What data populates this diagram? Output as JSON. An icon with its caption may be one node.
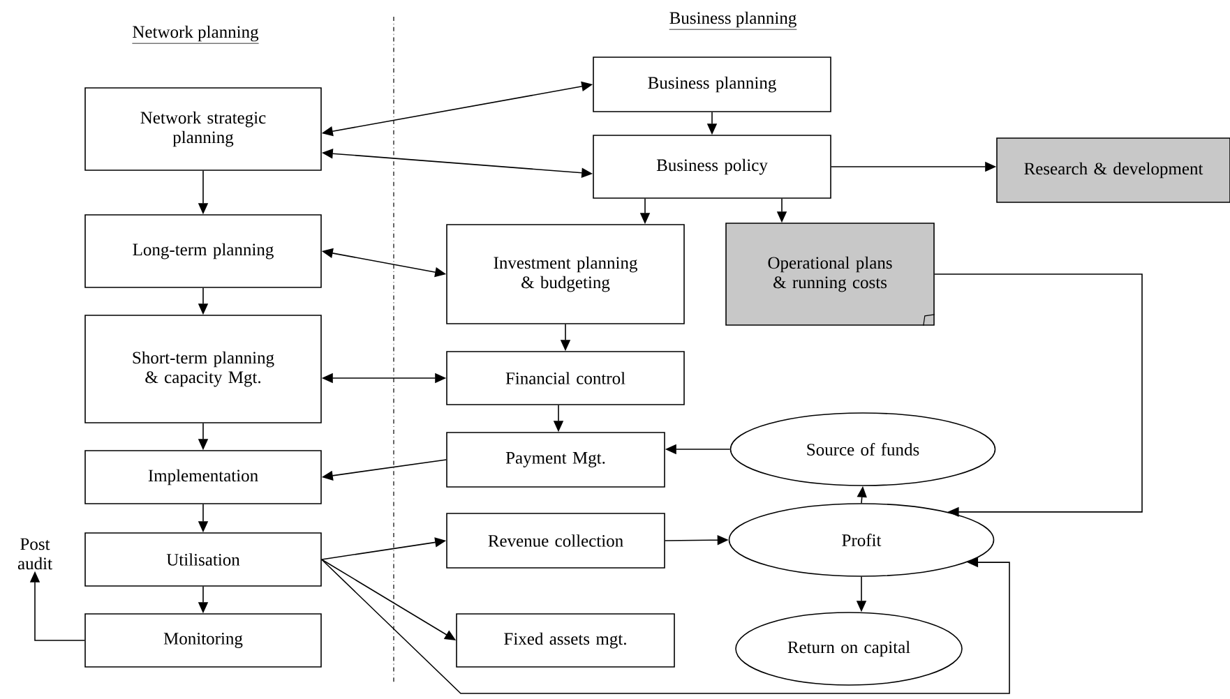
{
  "diagram": {
    "nodes": [
      {
        "text": [
          "Network strategic planning"
        ]
      },
      {
        "text": [
          "Long-term planning"
        ]
      },
      {
        "text": [
          "Short-term planning & capacity Mgt."
        ]
      },
      {
        "text": [
          "Implementation"
        ]
      },
      {
        "text": [
          "Utilisation"
        ]
      },
      {
        "text": [
          "Monitoring"
        ]
      },
      {
        "text": [
          "Business planning"
        ]
      },
      {
        "text": [
          "Business policy"
        ]
      },
      {
        "text": [
          "Investment planning & budgeting"
        ]
      },
      {
        "text": [
          "Financial control"
        ]
      },
      {
        "text": [
          "Payment Mgt."
        ]
      },
      {
        "text": [
          "Revenue collection"
        ]
      },
      {
        "text": [
          "Fixed assets mgt."
        ]
      },
      {
        "text": [
          "Operational plans & running costs"
        ]
      },
      {
        "text": [
          "Research & development"
        ]
      },
      {
        "text": [
          "Source of funds"
        ]
      },
      {
        "text": [
          "Profit"
        ]
      },
      {
        "text": [
          "Return on capital"
        ]
      },
      {
        "text": [
          "Post audit"
        ]
      }
    ],
    "edges": [
      {
        "from": 0,
        "to": 6,
        "arrow": "both"
      },
      {
        "from": 0,
        "to": 7,
        "arrow": "both"
      },
      {
        "from": 0,
        "to": 1,
        "arrow": "to"
      },
      {
        "from": 1,
        "to": 2,
        "arrow": "to"
      },
      {
        "from": 2,
        "to": 3,
        "arrow": "to"
      },
      {
        "from": 3,
        "to": 4,
        "arrow": "to"
      },
      {
        "from": 4,
        "to": 5,
        "arrow": "to"
      },
      {
        "from": 6,
        "to": 7,
        "arrow": "to"
      },
      {
        "from": 7,
        "to": 8,
        "arrow": "to"
      },
      {
        "from": 7,
        "to": 13,
        "arrow": "to"
      },
      {
        "from": 7,
        "to": 14,
        "arrow": "to"
      },
      {
        "from": 1,
        "to": 8,
        "arrow": "both"
      },
      {
        "from": 8,
        "to": 9,
        "arrow": "to"
      },
      {
        "from": 2,
        "to": 9,
        "arrow": "both"
      },
      {
        "from": 9,
        "to": 10,
        "arrow": "to"
      },
      {
        "from": 10,
        "to": 3,
        "arrow": "to"
      },
      {
        "from": 15,
        "to": 10,
        "arrow": "to"
      },
      {
        "from": 16,
        "to": 15,
        "arrow": "to"
      },
      {
        "from": 11,
        "to": 16,
        "arrow": "to"
      },
      {
        "from": 16,
        "to": 17,
        "arrow": "to"
      },
      {
        "from": 13,
        "to": 16,
        "arrow": "to"
      },
      {
        "from": 4,
        "to": 11,
        "arrow": "to"
      },
      {
        "from": 4,
        "to": 12,
        "arrow": "to"
      },
      {
        "from": 4,
        "to": 16,
        "arrow": "to"
      },
      {
        "from": 5,
        "to": 18,
        "arrow": "to"
      }
    ],
    "labels": [
      "Network planning",
      "Business planning"
    ]
  }
}
